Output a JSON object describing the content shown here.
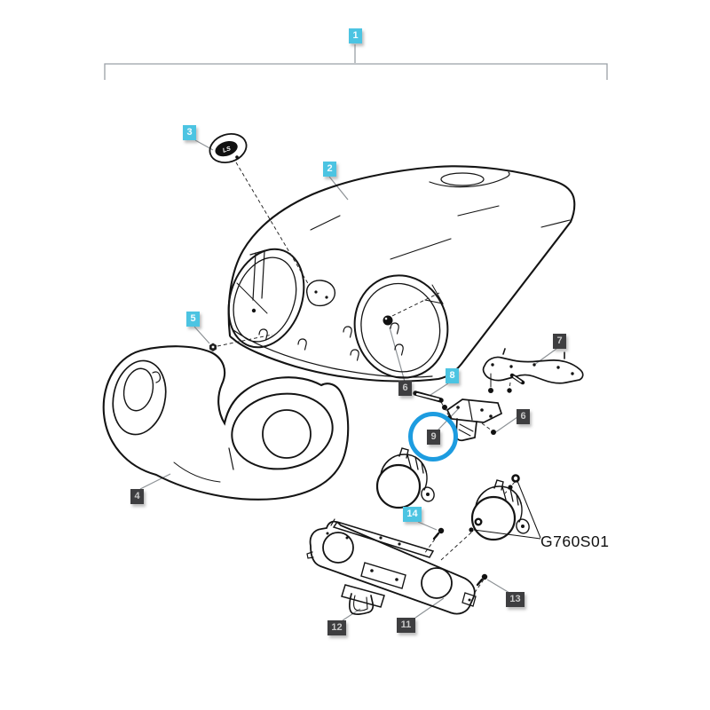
{
  "badges": [
    {
      "label": "1",
      "variant": "cyan"
    },
    {
      "label": "2",
      "variant": "cyan"
    },
    {
      "label": "3",
      "variant": "cyan"
    },
    {
      "label": "4",
      "variant": "dark"
    },
    {
      "label": "5",
      "variant": "cyan"
    },
    {
      "label": "6",
      "variant": "dark"
    },
    {
      "label": "6",
      "variant": "dark"
    },
    {
      "label": "7",
      "variant": "dark"
    },
    {
      "label": "8",
      "variant": "cyan"
    },
    {
      "label": "9",
      "variant": "dark",
      "highlighted": true
    },
    {
      "label": "11",
      "variant": "dark"
    },
    {
      "label": "12",
      "variant": "dark"
    },
    {
      "label": "13",
      "variant": "dark"
    },
    {
      "label": "14",
      "variant": "cyan"
    }
  ],
  "assembly_ref": {
    "code": "G760S01"
  },
  "emblem": {
    "text": "LS"
  },
  "colors": {
    "badge_cyan": "#4cc4e2",
    "badge_dark": "#3e3e40",
    "highlight_blue": "#1d9ce0",
    "line": "#141414",
    "leader": "#8d9296"
  }
}
